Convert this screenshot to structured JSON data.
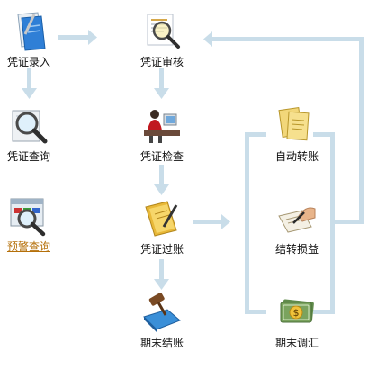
{
  "nodes": {
    "voucher_entry": {
      "label": "凭证录入",
      "icon": "document-pen-icon"
    },
    "voucher_review": {
      "label": "凭证审核",
      "icon": "document-magnifier-icon"
    },
    "voucher_query": {
      "label": "凭证查询",
      "icon": "magnifier-icon"
    },
    "voucher_check": {
      "label": "凭证检查",
      "icon": "person-at-desk-icon"
    },
    "warning_query": {
      "label": "预警查询",
      "icon": "warning-magnifier-icon"
    },
    "voucher_posting": {
      "label": "凭证过账",
      "icon": "folder-pen-icon"
    },
    "period_close": {
      "label": "期末结账",
      "icon": "gavel-icon"
    },
    "auto_transfer": {
      "label": "自动转账",
      "icon": "papers-icon"
    },
    "pl_carry_forward": {
      "label": "结转损益",
      "icon": "hand-writing-icon"
    },
    "period_fx_adjust": {
      "label": "期末调汇",
      "icon": "dollar-bill-icon"
    }
  },
  "colors": {
    "arrow": "#c9dde9",
    "link": "#b5700a"
  }
}
